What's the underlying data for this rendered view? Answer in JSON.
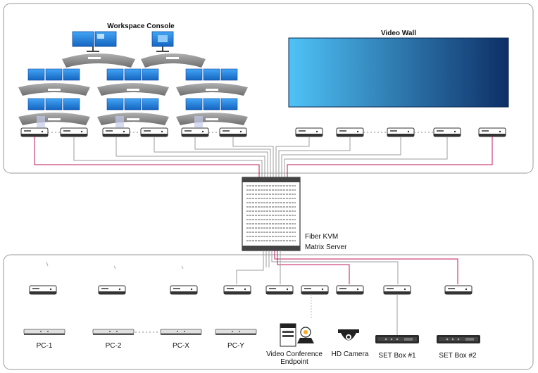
{
  "diagram": {
    "workspace_console_label": "Workspace Console",
    "video_wall_label": "Video Wall",
    "server_label_line1": "Fiber KVM",
    "server_label_line2": "Matrix Server",
    "sources": [
      {
        "label": "PC-1"
      },
      {
        "label": "PC-2"
      },
      {
        "label": "PC-X"
      },
      {
        "label": "PC-Y"
      },
      {
        "label": "Video Conference",
        "label2": "Endpoint"
      },
      {
        "label": "HD Camera"
      },
      {
        "label": "SET Box #1"
      },
      {
        "label": "SET Box #2"
      }
    ],
    "colors": {
      "video_wall_left": "#4fc3f7",
      "video_wall_right": "#0d2f66",
      "monitor_blue": "#1e88e5",
      "desk_gray": "#8a8a8a",
      "cable_gray": "#9e9e9e",
      "cable_pink": "#c2185b",
      "panel_border": "#9a9a9a"
    }
  }
}
